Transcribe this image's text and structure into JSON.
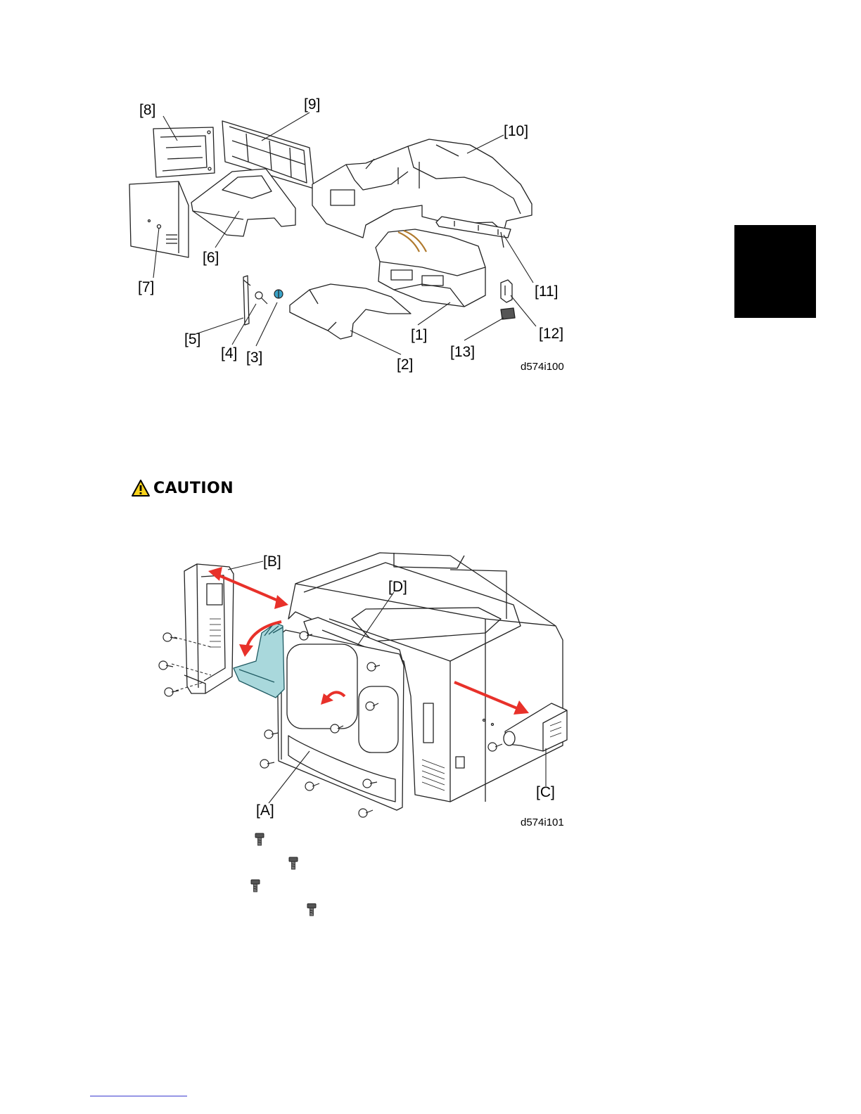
{
  "figure1": {
    "code": "d574i100",
    "labels": {
      "p1": "[1]",
      "p2": "[2]",
      "p3": "[3]",
      "p4": "[4]",
      "p5": "[5]",
      "p6": "[6]",
      "p7": "[7]",
      "p8": "[8]",
      "p9": "[9]",
      "p10": "[10]",
      "p11": "[11]",
      "p12": "[12]",
      "p13": "[13]"
    }
  },
  "caution": {
    "label": "CAUTION"
  },
  "figure2": {
    "code": "d574i101",
    "labels": {
      "a": "[A]",
      "b": "[B]",
      "c": "[C]",
      "d": "[D]"
    }
  },
  "colors": {
    "arrow": "#e8312a",
    "highlight": "#a9d8dc",
    "side_tab": "#000000",
    "warning": "#f7d21a"
  },
  "icons": [
    "screw-icon",
    "warning-triangle-icon"
  ]
}
